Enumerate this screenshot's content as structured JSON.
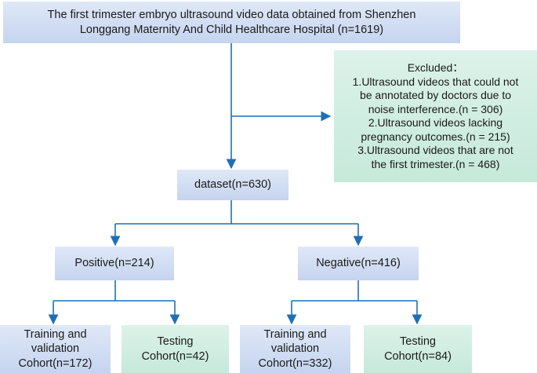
{
  "boxes": {
    "source": {
      "text": "The first trimester embryo ultrasound video data obtained from Shenzhen\nLonggang Maternity And Child Healthcare Hospital (n=1619)"
    },
    "excluded": {
      "text": "Excluded：\n1.Ultrasound videos that could not\nbe annotated by doctors due to\nnoise interference.(n = 306)\n2.Ultrasound videos lacking\npregnancy outcomes.(n = 215)\n3.Ultrasound videos that are not\nthe first trimester.(n = 468)"
    },
    "dataset": {
      "text": "dataset(n=630)"
    },
    "positive": {
      "text": "Positive(n=214)"
    },
    "negative": {
      "text": "Negative(n=416)"
    },
    "pos_train": {
      "text": "Training and\nvalidation\nCohort(n=172)"
    },
    "pos_test": {
      "text": "Testing\nCohort(n=42)"
    },
    "neg_train": {
      "text": "Training and\nvalidation\nCohort(n=332)"
    },
    "neg_test": {
      "text": "Testing\nCohort(n=84)"
    }
  },
  "colors": {
    "arrow": "#1f6fb4",
    "blue_box": "#cfdcf3",
    "green_box": "#d1eee1"
  }
}
